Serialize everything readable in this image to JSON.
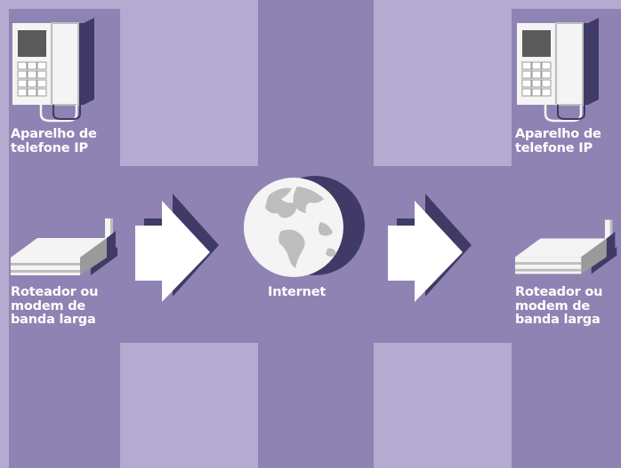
{
  "colors": {
    "background": "#8f83b3",
    "panel_light": "#b5aad0",
    "shadow": "#403a66",
    "device_white": "#f4f4f4",
    "device_gray": "#bdbdbd",
    "screen": "#5a5a5a"
  },
  "left": {
    "phone_label": "Aparelho de\ntelefone IP",
    "router_label": "Roteador ou\nmodem de\nbanda larga"
  },
  "center": {
    "internet_label": "Internet"
  },
  "right": {
    "phone_label": "Aparelho de\ntelefone IP",
    "router_label": "Roteador ou\nmodem de\nbanda larga"
  },
  "icons": [
    "ip-phone-icon",
    "router-icon",
    "arrow-right-icon",
    "globe-icon"
  ]
}
